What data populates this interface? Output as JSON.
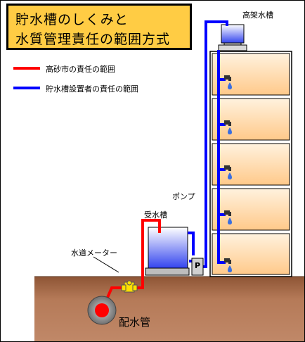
{
  "title": {
    "line1": "貯水槽のしくみと",
    "line2": "水質管理責任の範囲方式"
  },
  "legend": {
    "city": "高砂市の責任の範囲",
    "owner": "貯水槽設置者の責任の範囲"
  },
  "labels": {
    "elevated_tank": "高架水槽",
    "pump": "ポンプ",
    "receiving_tank": "受水槽",
    "water_meter": "水道メーター",
    "main_pipe": "配水管",
    "pump_symbol": "P"
  },
  "colors": {
    "city_pipe": "#ff0000",
    "owner_pipe": "#0000ff",
    "title_bg": "#ffcc44",
    "ground": "#b07250",
    "floor": "#ffd9a8",
    "meter": "#ffe000"
  },
  "building": {
    "floors": 5
  }
}
